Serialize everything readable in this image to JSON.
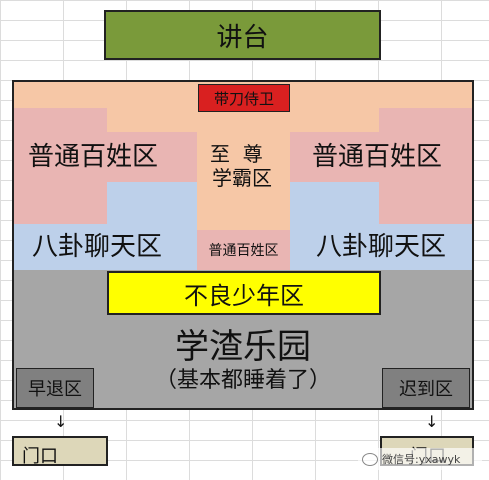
{
  "podium": "讲台",
  "guard": "带刀侍卫",
  "elite": {
    "line1": "至  尊",
    "line2": "学霸区"
  },
  "commoner_left": "普通百姓区",
  "commoner_right": "普通百姓区",
  "commoner_center": "普通百姓区",
  "gossip_left": "八卦聊天区",
  "gossip_right": "八卦聊天区",
  "delinquent": "不良少年区",
  "slacker": {
    "line1": "学渣乐园",
    "line2": "（基本都睡着了）"
  },
  "leave_early": "早退区",
  "late_arrival": "迟到区",
  "door_left": "门口",
  "door_right": "门口",
  "arrow_left": "↓",
  "arrow_right": "↓",
  "watermark": "微信号:yxawyk",
  "colors": {
    "podium": "#7a9a3a",
    "peach": "#f6c7a6",
    "pink": "#e9b5b3",
    "blue": "#bdd0ea",
    "yellow": "#ffff00",
    "gray": "#a6a6a6",
    "guard": "#d92020",
    "door": "#ddd7b9"
  }
}
